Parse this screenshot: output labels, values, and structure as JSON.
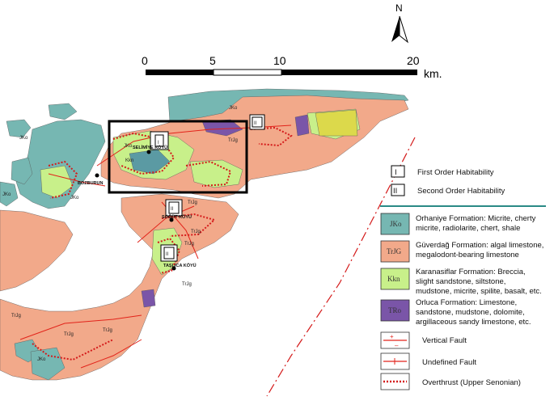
{
  "north": {
    "label": "N"
  },
  "scale": {
    "ticks": [
      "0",
      "5",
      "10",
      "20"
    ],
    "unit": "km."
  },
  "colors": {
    "orhaniye": "#76b7b2",
    "guverdag": "#f2a98a",
    "karanasiflar": "#c8f08a",
    "orluca": "#7a55a8",
    "fault": "#e2231a",
    "frame": "#000000"
  },
  "habitability": [
    {
      "numeral": "I",
      "label": "First Order Habitability"
    },
    {
      "numeral": "II",
      "label": "Second Order Habitability"
    }
  ],
  "formations": [
    {
      "code": "JKo",
      "color": "#76b7b2",
      "lines": [
        "Orhaniye Formation: Micrite, cherty",
        "micrite, radiolarite, chert, shale"
      ]
    },
    {
      "code": "TrJG",
      "color": "#f2a98a",
      "lines": [
        "Güverdağ  Formation: algal limestone,",
        "megalodont-bearing limestone"
      ]
    },
    {
      "code": "Kkn",
      "color": "#c8f08a",
      "lines": [
        "Karanasiflar Formation: Breccia,",
        "slight sandstone, siltstone,",
        "mudstone, micrite, spilite, basalt, etc."
      ]
    },
    {
      "code": "TRo",
      "color": "#7a55a8",
      "lines": [
        "Orluca Formation: Limestone,",
        "sandstone, mudstone, dolomite,",
        "argillaceous sandy limestone, etc."
      ]
    }
  ],
  "structures": [
    {
      "symbol": "vertical-fault",
      "label": "Vertical Fault"
    },
    {
      "symbol": "undefined-fault",
      "label": "Undefined Fault"
    },
    {
      "symbol": "overthrust",
      "label": "Overthrust  (Upper Senonian)"
    }
  ],
  "map_labels": {
    "jko": "JKo",
    "trjg": "TrJg",
    "kkn": "Kkn",
    "bozburun": "BOZBURUN",
    "selimiye": "SELİMİYE KÖYÜ",
    "sogut": "SÖĞÜT KÖYÜ",
    "taslica": "TAŞLICA KÖYÜ",
    "numeral_first": "I",
    "numeral_second": "II"
  }
}
